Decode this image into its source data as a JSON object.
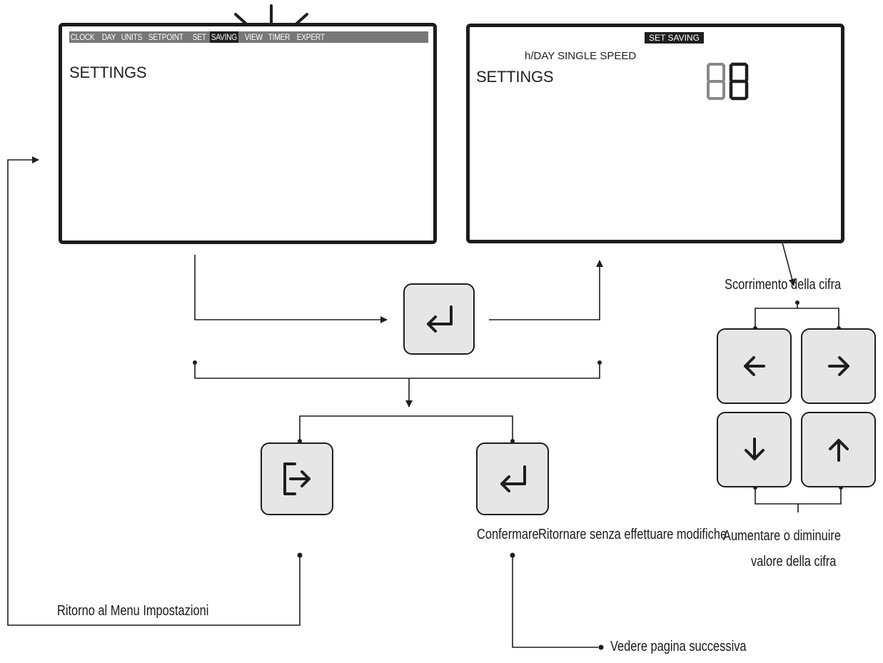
{
  "screen_left": {
    "menu_items": [
      "CLOCK",
      "DAY",
      "UNITS",
      "SETPOINT",
      "SET",
      "SAVING",
      "VIEW",
      "TIMER",
      "EXPERT"
    ],
    "active_item_indices": [
      5
    ],
    "title": "SETTINGS"
  },
  "screen_right": {
    "mode_badge": "SET SAVING",
    "mode_sub": "h/DAY SINGLE SPEED",
    "title": "SETTINGS",
    "digit_value": "8"
  },
  "buttons": {
    "enter_center": "enter-icon",
    "exit": "exit-icon",
    "enter_bottom": "enter-icon",
    "left": "arrow-left-icon",
    "right": "arrow-right-icon",
    "down": "arrow-down-icon",
    "up": "arrow-up-icon"
  },
  "labels": {
    "scroll_digit": "Scorrimento della cifra",
    "confirm": "Confermare",
    "return_no_changes": "Ritornare senza effettuare modifiche",
    "change_value_line1": "Aumentare o diminuire",
    "change_value_line2": "valore della cifra",
    "back_to_menu": "Ritorno al Menu Impostazioni",
    "next_page": "Vedere pagina successiva"
  },
  "colors": {
    "button_fill": "#e6e6e6",
    "menu_bar": "#777777",
    "active_menu": "#1f1f1f",
    "line": "#1e1e1e"
  }
}
